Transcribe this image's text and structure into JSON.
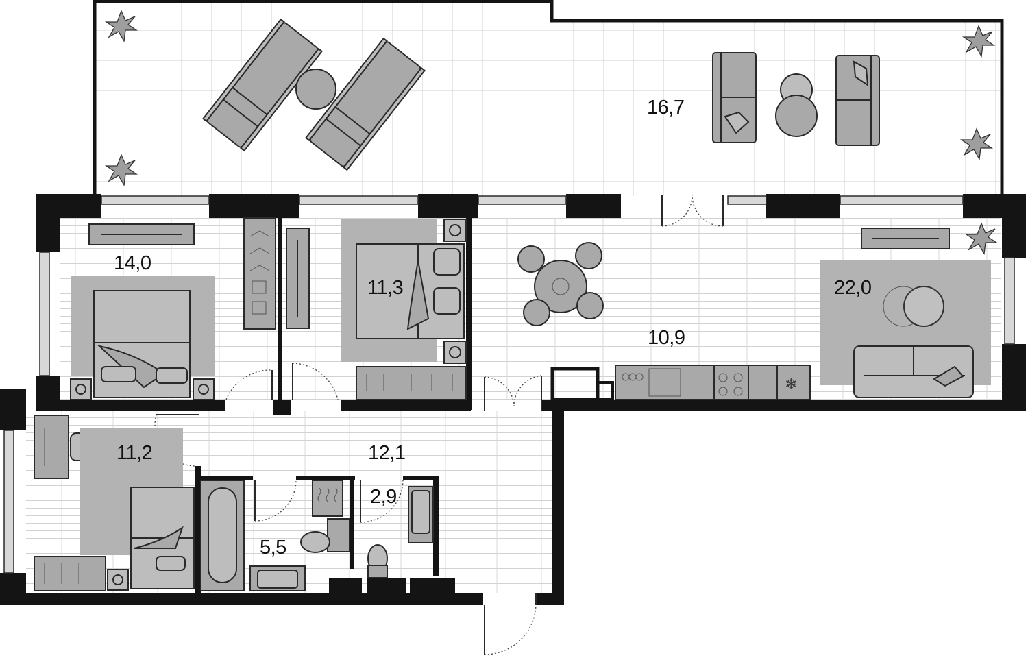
{
  "plan": {
    "colors": {
      "wall": "#141414",
      "furniture": "#a9a9a9",
      "floor_lines": "#cfcfcf",
      "background": "#ffffff"
    },
    "rooms": [
      {
        "id": "terrace",
        "area": "16,7"
      },
      {
        "id": "bedroom-left",
        "area": "14,0"
      },
      {
        "id": "bedroom-middle",
        "area": "11,3"
      },
      {
        "id": "kitchen",
        "area": "10,9"
      },
      {
        "id": "living-room",
        "area": "22,0"
      },
      {
        "id": "bedroom-bottom",
        "area": "11,2"
      },
      {
        "id": "hall",
        "area": "12,1"
      },
      {
        "id": "bathroom",
        "area": "5,5"
      },
      {
        "id": "toilet",
        "area": "2,9"
      }
    ]
  }
}
